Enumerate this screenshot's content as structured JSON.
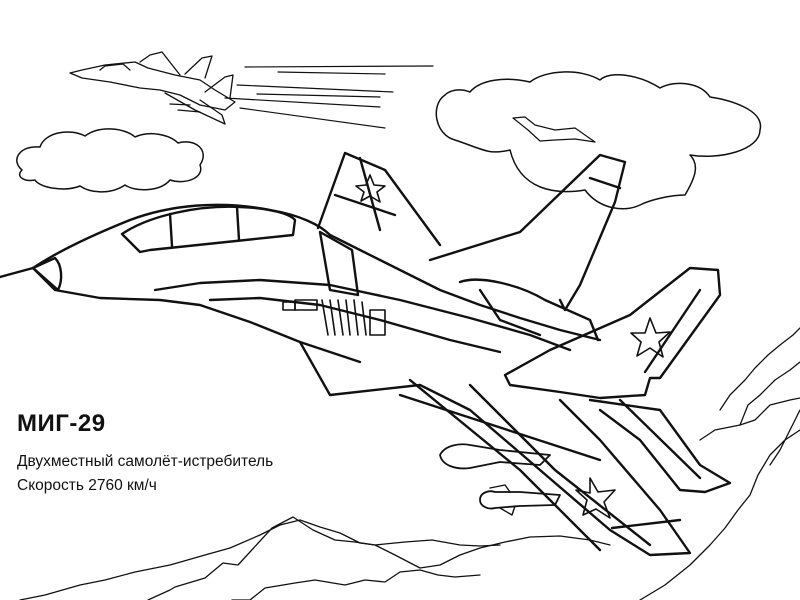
{
  "page": {
    "type": "coloring-page",
    "colors": {
      "background": "#ffffff",
      "line": "#111111"
    }
  },
  "caption": {
    "title": "МИГ-29",
    "line1": "Двухместный самолёт-истребитель",
    "line2": "Скорость 2760 км/ч"
  },
  "illustration": {
    "subjects": [
      "main-fighter-jet",
      "distant-fighter-jet",
      "clouds",
      "mountains",
      "speed-lines"
    ],
    "insignia": "red-star"
  }
}
